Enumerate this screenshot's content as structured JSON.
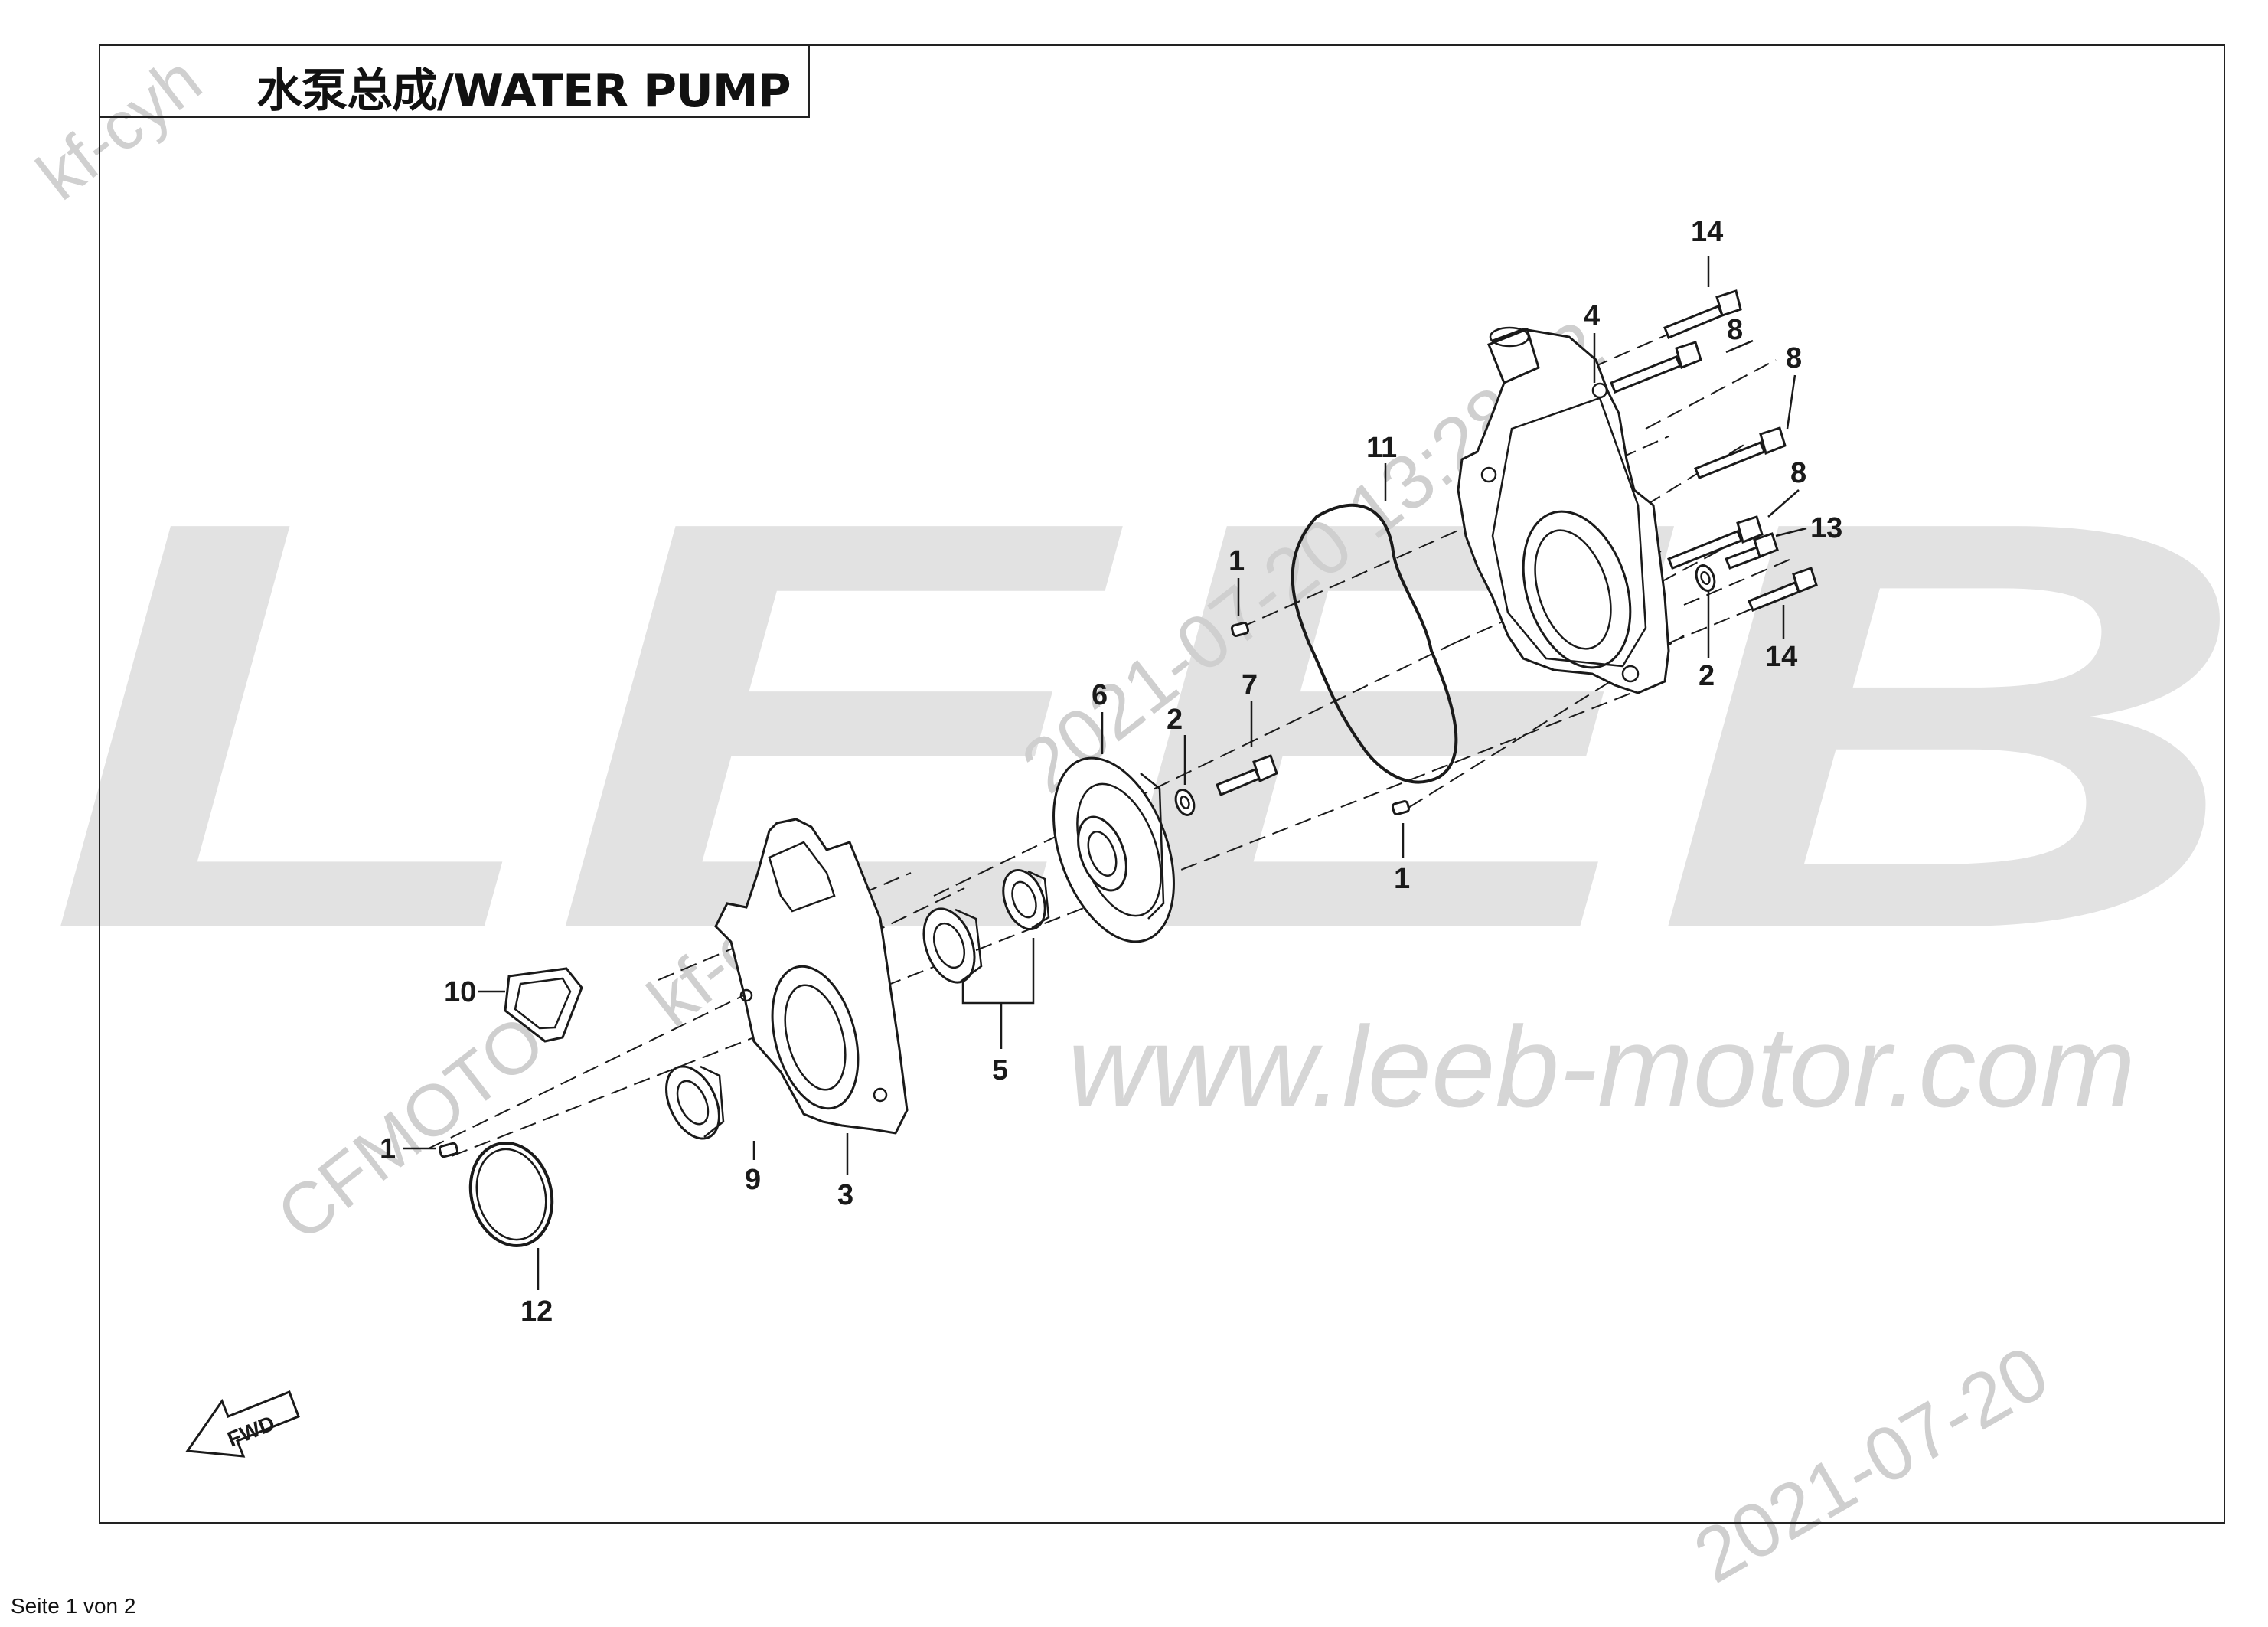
{
  "title": "水泵总成/WATER PUMP",
  "footer": "Seite 1 von 2",
  "watermarks": {
    "brand": "LEEB",
    "url": "www.leeb-motor.com",
    "stamp_user": "kf-cyh",
    "stamp_maker": "CFMOTO",
    "stamp_datetime": "2021-07-20 13:28:22",
    "stamp_date": "2021-07-20"
  },
  "fwd_label": "FWD",
  "callouts": [
    "14",
    "4",
    "8",
    "8",
    "8",
    "11",
    "1",
    "13",
    "2",
    "14",
    "6",
    "2",
    "7",
    "1",
    "10",
    "5",
    "1",
    "9",
    "3",
    "12"
  ]
}
